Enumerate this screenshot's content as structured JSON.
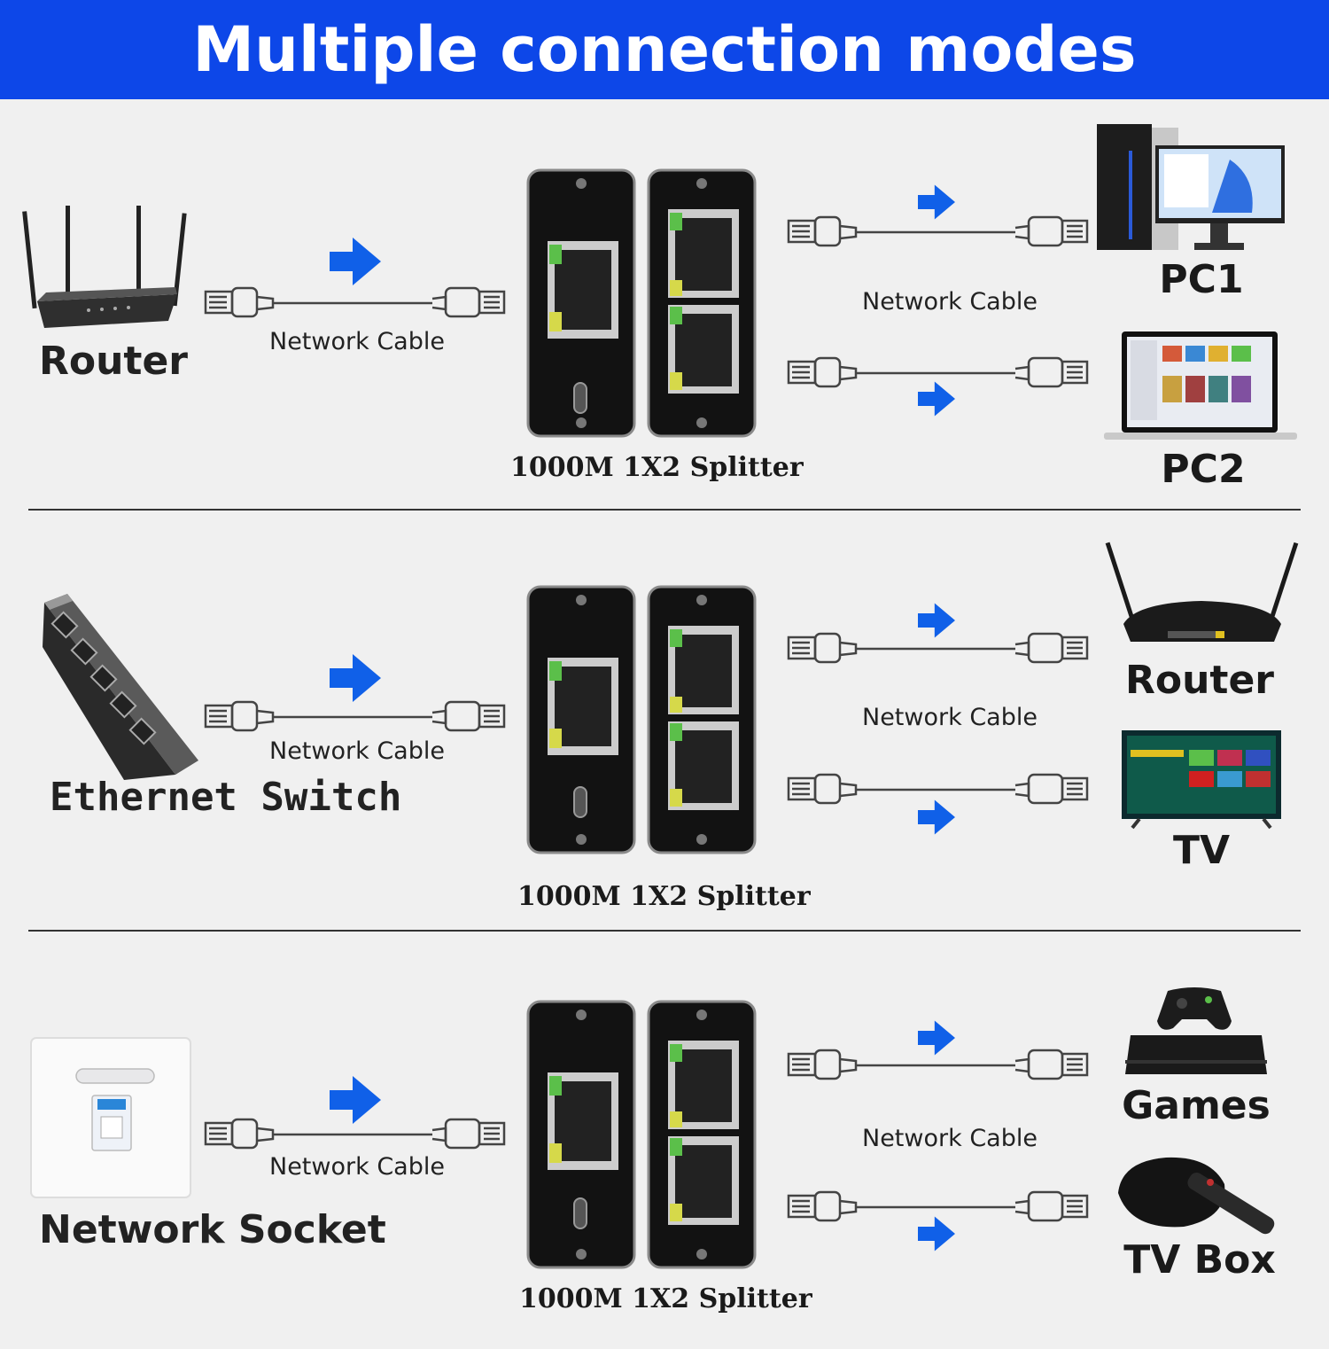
{
  "title": "Multiple connection modes",
  "colors": {
    "banner": "#0d47e8",
    "arrow": "#1060e8",
    "panel": "#121212",
    "led": "#5bbf4a",
    "led_yellow": "#d6d94a"
  },
  "cable_label": "Network Cable",
  "splitter_label": "1000M 1X2 Splitter",
  "rows": [
    {
      "source": "Router",
      "source_icon": "router-icon",
      "outputs": [
        "PC1",
        "PC2"
      ],
      "output_icons": [
        "desktop-pc-icon",
        "laptop-icon"
      ]
    },
    {
      "source": "Ethernet Switch",
      "source_icon": "ethernet-switch-icon",
      "outputs": [
        "Router",
        "TV"
      ],
      "output_icons": [
        "router-icon",
        "tv-icon"
      ]
    },
    {
      "source": "Network Socket",
      "source_icon": "network-socket-icon",
      "outputs": [
        "Games",
        "TV Box"
      ],
      "output_icons": [
        "game-console-icon",
        "tv-box-icon"
      ]
    }
  ]
}
